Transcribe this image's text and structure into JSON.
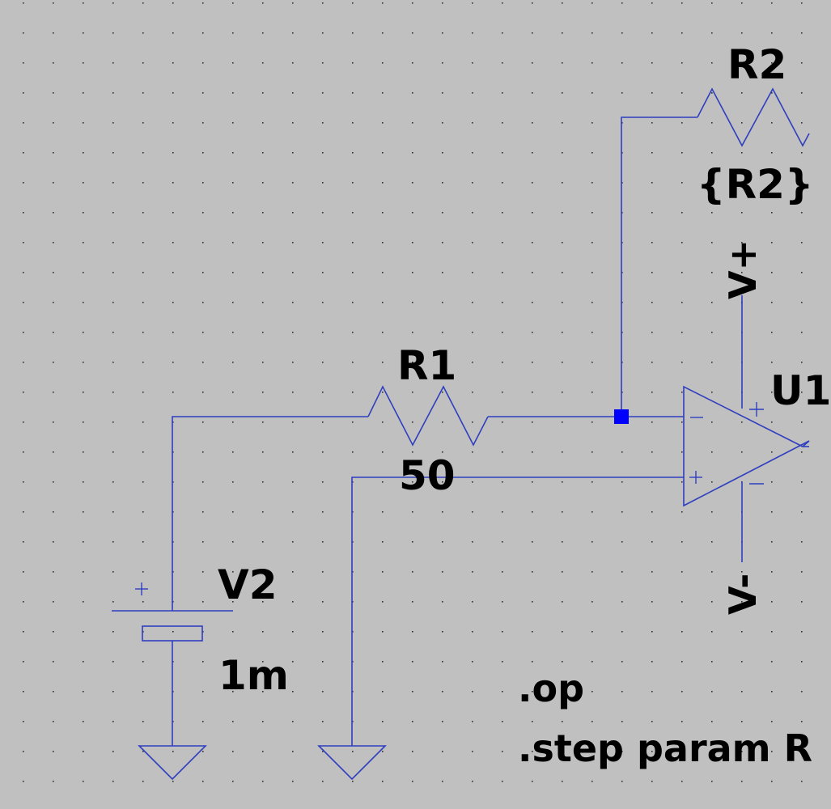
{
  "colors": {
    "background": "#c0c0c0",
    "wire": "#2f3fbf",
    "grid_dot": "#202020",
    "junction": "#0000ff",
    "text": "#000000"
  },
  "components": {
    "r2": {
      "name": "R2",
      "value": "{R2}"
    },
    "r1": {
      "name": "R1",
      "value": "50"
    },
    "v2": {
      "name": "V2",
      "value": "1m"
    },
    "u1": {
      "name": "U1"
    }
  },
  "nets": {
    "vplus": "V+",
    "vminus": "V-"
  },
  "directives": {
    "op": ".op",
    "step": ".step param R"
  },
  "pin_marks": {
    "plus": "+",
    "minus": "−"
  }
}
